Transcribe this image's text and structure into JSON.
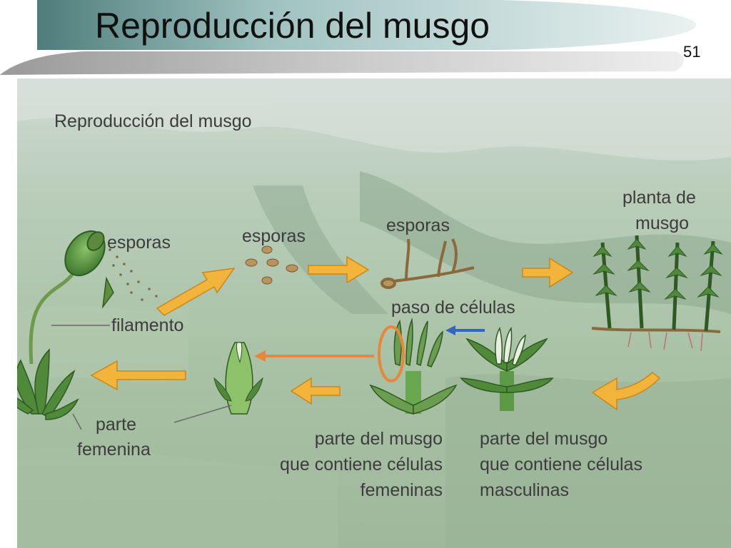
{
  "slide": {
    "title": "Reproducción del musgo",
    "number": "51"
  },
  "diagram": {
    "heading": "Reproducción del musgo",
    "labels": {
      "esporas_1": "esporas",
      "esporas_2": "esporas",
      "esporas_3": "esporas",
      "filamento": "filamento",
      "planta_de_musgo_line1": "planta de",
      "planta_de_musgo_line2": "musgo",
      "paso_de_celulas": "paso de células",
      "parte_femenina_line1": "parte",
      "parte_femenina_line2": "femenina",
      "femeninas_line1": "parte del musgo",
      "femeninas_line2": "que contiene células",
      "femeninas_line3": "femeninas",
      "masculinas_line1": "parte del musgo",
      "masculinas_line2": "que contiene células",
      "masculinas_line3": "masculinas"
    },
    "colors": {
      "cycle_arrow": "#f2b43a",
      "added_arrow_orange": "#e8863a",
      "added_arrow_blue": "#3465c4",
      "highlight_ring": "#e8863a",
      "moss_green": "#4f8a3a"
    }
  }
}
